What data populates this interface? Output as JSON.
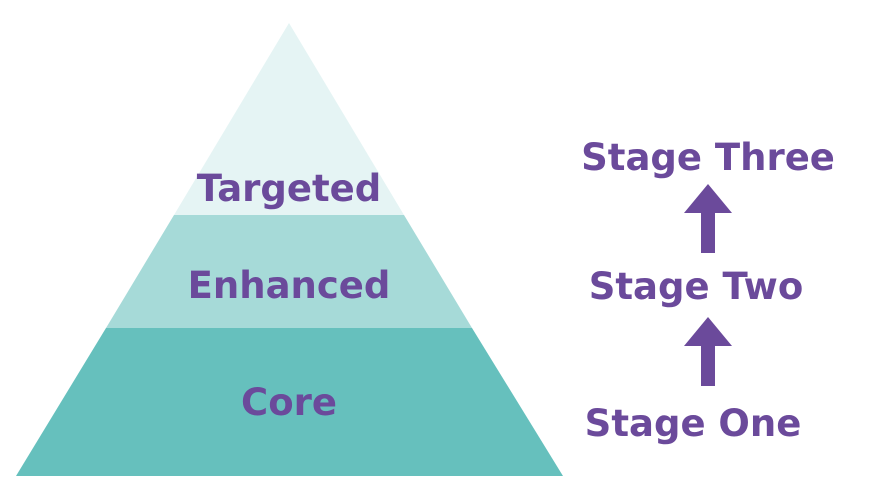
{
  "pyramid": {
    "tiers": [
      {
        "label": "Targeted",
        "color": "#e5f4f4"
      },
      {
        "label": "Enhanced",
        "color": "#a6dad8"
      },
      {
        "label": "Core",
        "color": "#66c0bd"
      }
    ]
  },
  "stages": {
    "three": "Stage Three",
    "two": "Stage Two",
    "one": "Stage One"
  },
  "colors": {
    "text": "#6b4a9b",
    "arrow": "#6b4a9b"
  }
}
